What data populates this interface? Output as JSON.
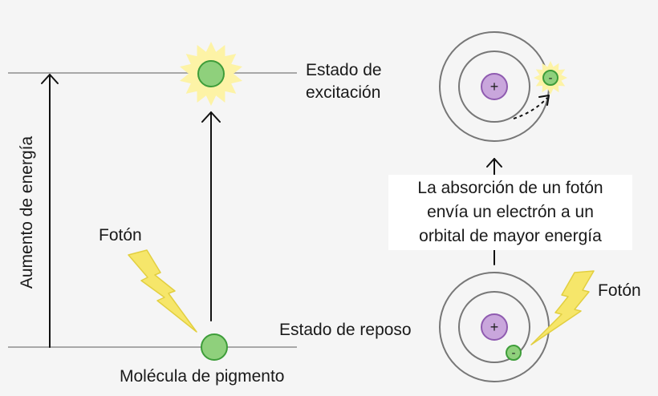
{
  "labels": {
    "energy_axis": "Aumento de energía",
    "excited_state": "Estado de\nexcitación",
    "ground_state": "Estado de reposo",
    "pigment_molecule": "Molécula de pigmento",
    "photon_left": "Fotón",
    "photon_right": "Fotón",
    "caption_line1": "La absorción de un fotón",
    "caption_line2": "envía un electrón a un",
    "caption_line3": "orbital de mayor energía",
    "nucleus_symbol": "+",
    "electron_symbol": "-"
  },
  "icons": [
    "sun-burst-icon",
    "lightning-bolt-icon",
    "up-arrow-icon"
  ],
  "colors": {
    "molecule_fill": "#8fd07c",
    "molecule_stroke": "#3e9d3a",
    "burst_fill": "#fdf3a6",
    "bolt_fill": "#f6e66a",
    "bolt_stroke": "#e2cf40",
    "nucleus_fill": "#c9a6dc",
    "nucleus_stroke": "#8f5bb0",
    "level_line": "#a8a8a8",
    "orbit_stroke": "#777777"
  }
}
